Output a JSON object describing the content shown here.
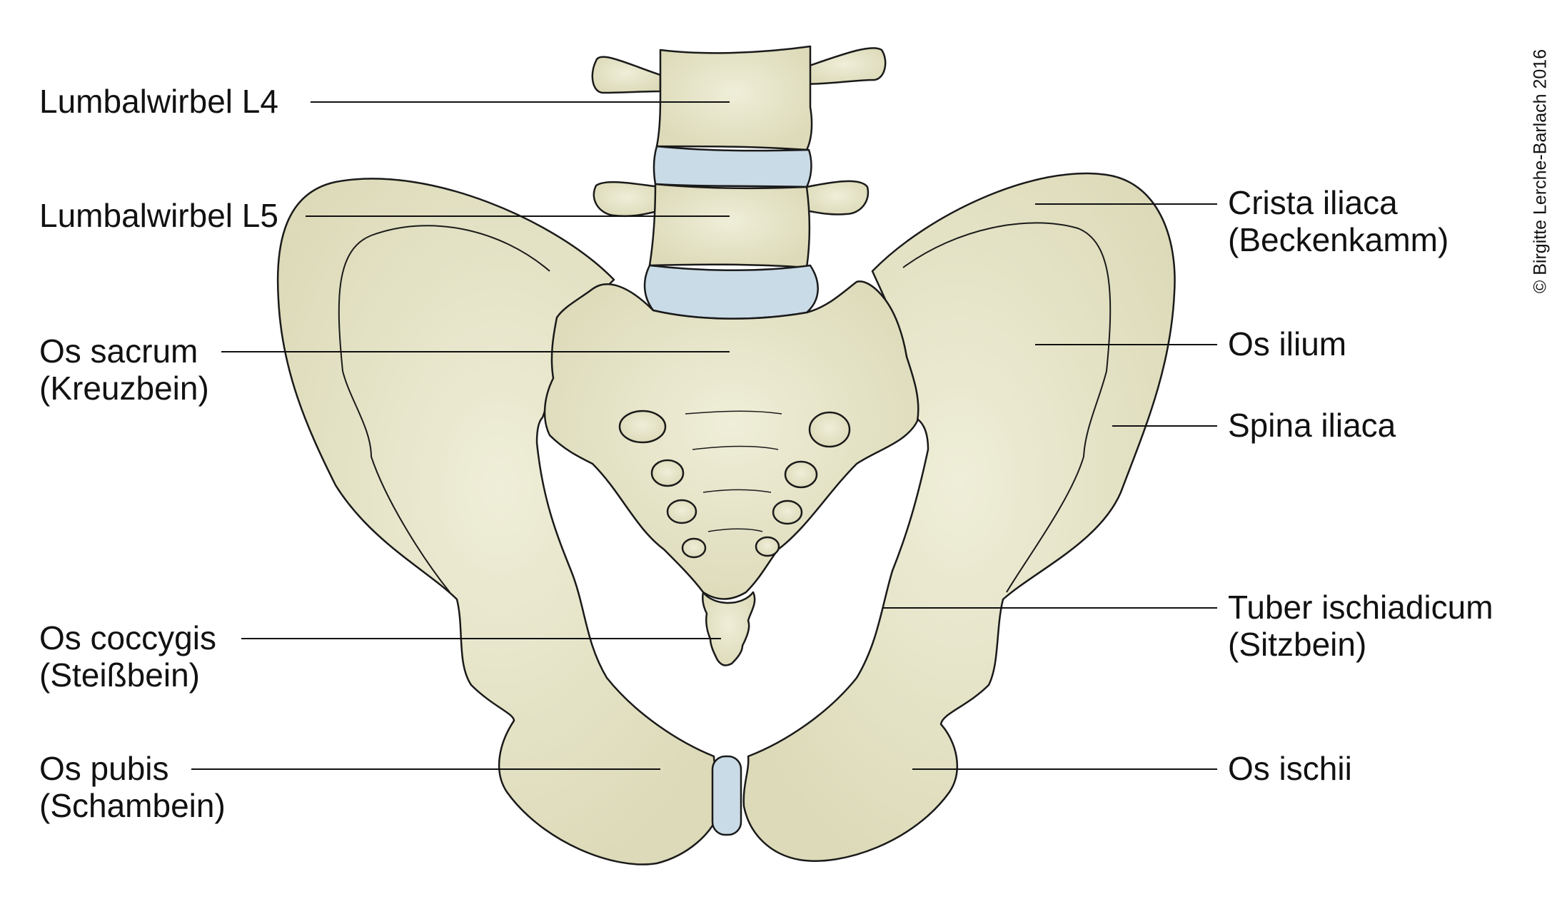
{
  "colors": {
    "bone": "#e8e6c8",
    "bone_shade": "#d5d3ad",
    "disc": "#c9dbe6",
    "outline": "#1a1a1a",
    "leader": "#111111"
  },
  "labels": {
    "l4": {
      "line1": "Lumbalwirbel L4"
    },
    "l5": {
      "line1": "Lumbalwirbel L5"
    },
    "sacrum": {
      "line1": "Os sacrum",
      "line2": "(Kreuzbein)"
    },
    "coccyx": {
      "line1": "Os coccygis",
      "line2": "(Steißbein)"
    },
    "pubis": {
      "line1": "Os pubis",
      "line2": "(Schambein)"
    },
    "crista": {
      "line1": "Crista iliaca",
      "line2": "(Beckenkamm)"
    },
    "ilium": {
      "line1": "Os ilium"
    },
    "spina": {
      "line1": "Spina iliaca"
    },
    "tuber": {
      "line1": "Tuber ischiadicum",
      "line2": "(Sitzbein)"
    },
    "ischii": {
      "line1": "Os ischii"
    }
  },
  "copyright": "© Birgitte Lerche-Barlach 2016"
}
